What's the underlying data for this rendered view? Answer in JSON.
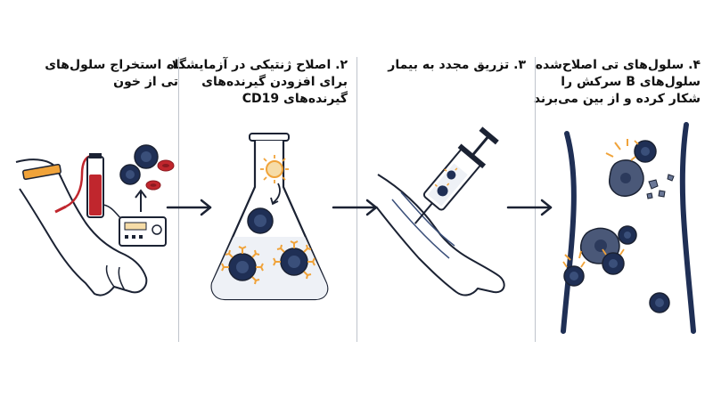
{
  "steps": [
    {
      "title_lines": [
        "۱. استخراج سلول‌های",
        "تی از خون"
      ]
    },
    {
      "title_lines": [
        "۲. اصلاح ژنتیکی در آزمایشگاه",
        "برای افزودن گیرنده‌های",
        "گیرنده‌های CD19"
      ]
    },
    {
      "title_lines": [
        "۳. تزریق مجدد به بیمار"
      ]
    },
    {
      "title_lines": [
        "۴. سلول‌های تی اصلاح‌شده",
        "سلول‌های B سرکش را",
        "شکار کرده و از بین می‌برند"
      ]
    }
  ],
  "colors": {
    "navy": "#1f2f55",
    "navy_light": "#3a4f7a",
    "orange": "#f0a33a",
    "red": "#c0262d",
    "outline": "#1b2233",
    "divider": "#bfc4cc"
  },
  "icons": [
    "arrow-right-icon",
    "blood-bag-icon",
    "t-cell-icon",
    "red-blood-cell-icon",
    "lab-flask-icon",
    "virus-vector-icon",
    "syringe-icon",
    "blood-vessel-icon"
  ]
}
